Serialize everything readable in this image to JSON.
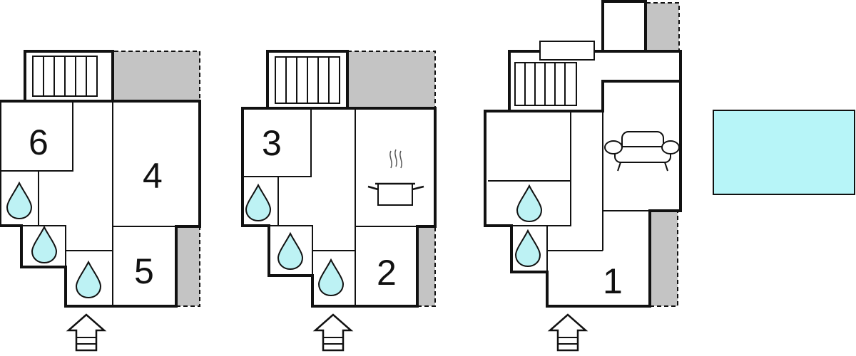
{
  "colors": {
    "wall": "#111111",
    "terrace": "#c4c4c4",
    "water": "#bdf2f4",
    "pool": "#b7f5f8",
    "background": "#ffffff"
  },
  "icons": {
    "bathroom": "water-drop-icon",
    "kitchen": "cooking-pot-icon",
    "living": "sofa-icon",
    "stairs": "staircase-icon",
    "entrance": "entrance-arrow-icon",
    "pool": "swimming-pool-icon"
  },
  "floors": [
    {
      "rooms": [
        {
          "number": "6"
        },
        {
          "number": "4"
        },
        {
          "number": "5"
        }
      ]
    },
    {
      "rooms": [
        {
          "number": "3"
        },
        {
          "number": "2"
        }
      ]
    },
    {
      "rooms": [
        {
          "number": "1"
        }
      ]
    }
  ]
}
